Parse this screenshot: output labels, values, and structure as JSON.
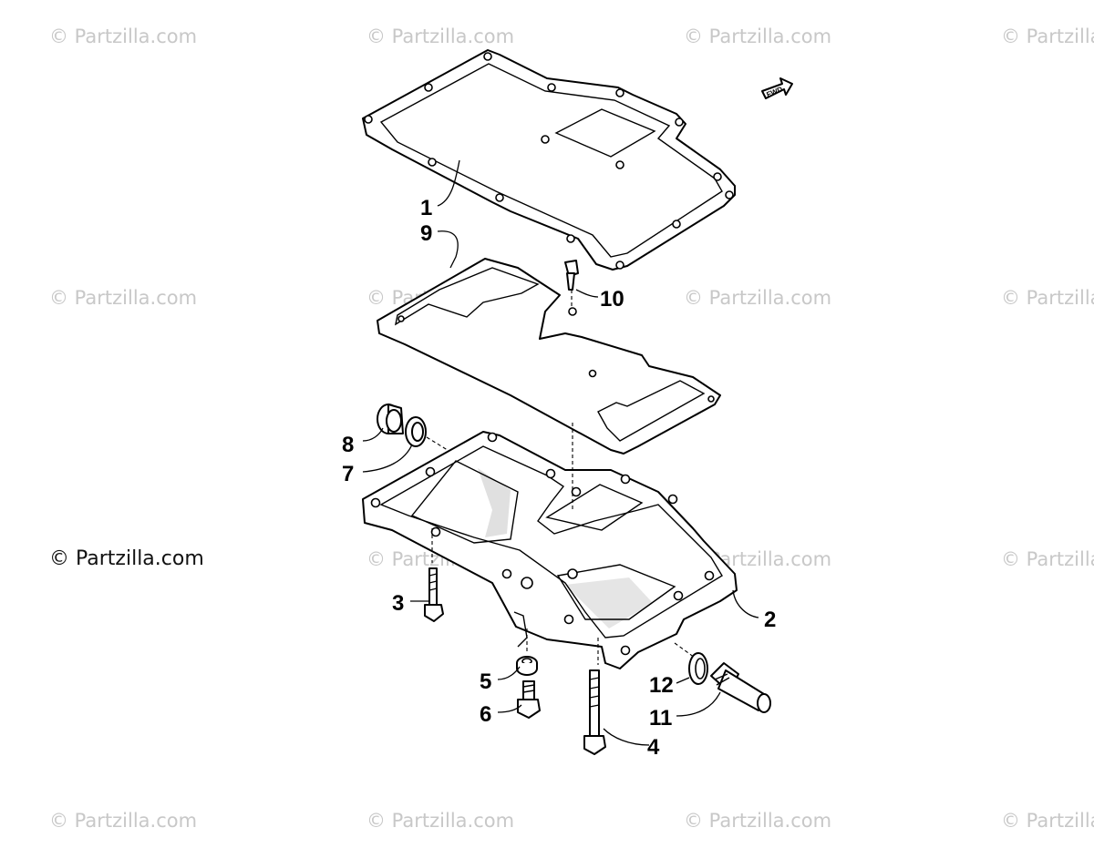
{
  "watermark": {
    "text": "© Partzilla.com",
    "strong_text": "© Partzilla.com"
  },
  "fwd_badge": {
    "text": "FWD"
  },
  "callouts": {
    "c1": "1",
    "c2": "2",
    "c3": "3",
    "c4": "4",
    "c5": "5",
    "c6": "6",
    "c7": "7",
    "c8": "8",
    "c9": "9",
    "c10": "10",
    "c11": "11",
    "c12": "12"
  },
  "colors": {
    "line": "#000000",
    "watermark": "#c8c8c8",
    "background": "#ffffff"
  }
}
